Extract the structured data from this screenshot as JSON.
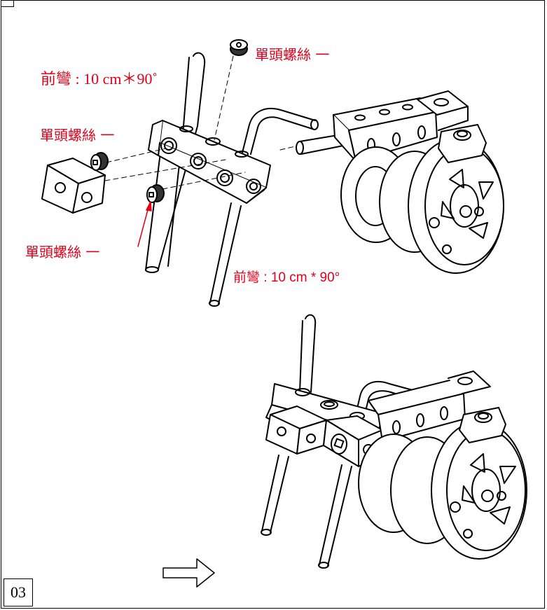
{
  "step_number": "03",
  "labels": {
    "bend_top": "前彎 : 10 cm＊90˚",
    "screw_top_right": "單頭螺絲 一",
    "screw_left": "單頭螺絲 一",
    "screw_bottom": "單頭螺絲 一",
    "bend_bottom": "前彎 : 10 cm * 90°"
  },
  "colors": {
    "annotation": "#e0001a",
    "line": "#000000",
    "screw_fill": "#333333"
  },
  "icons": {
    "direction_arrow": "right-arrow-icon"
  }
}
